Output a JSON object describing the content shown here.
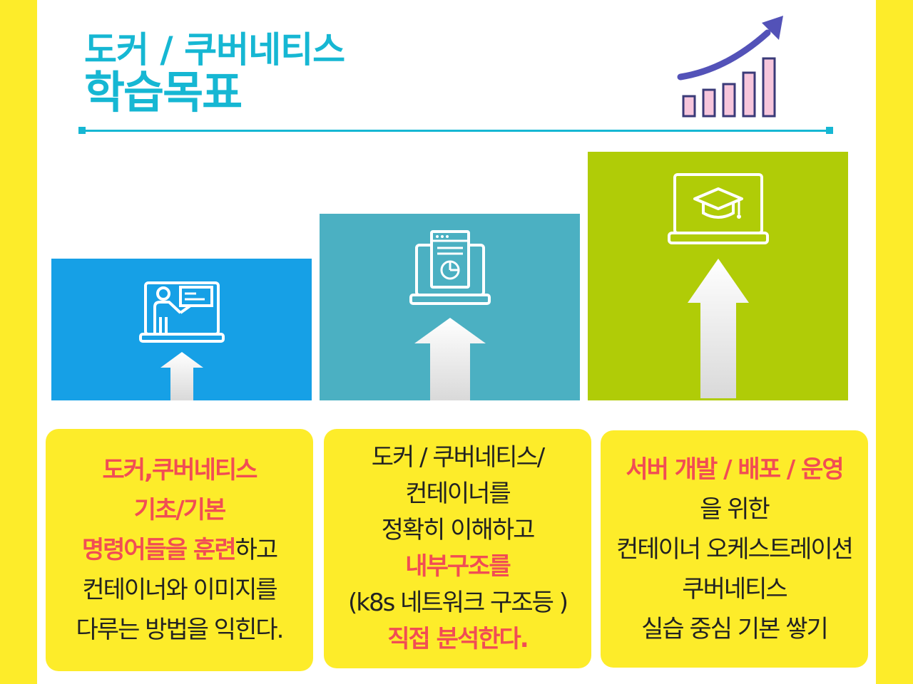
{
  "header": {
    "title_line1": "도커 / 쿠버네티스",
    "title_line2": "학습목표"
  },
  "colors": {
    "accent": "#16b7d3",
    "frame_yellow": "#fdec2a",
    "step1": "#16a0e6",
    "step2": "#4bb0c2",
    "step3": "#b0cc07",
    "highlight": "#f14d54",
    "icon_bars": "#f7c6dc",
    "icon_arrow": "#5352b8"
  },
  "icons": {
    "header": "growth-chart-icon",
    "step1": "online-teaching-icon",
    "step2": "laptop-report-icon",
    "step3": "laptop-graduation-icon",
    "arrows": "up-arrow-icon"
  },
  "cards": [
    {
      "lines": [
        {
          "parts": [
            {
              "text": "도커,쿠버네티스",
              "hl": true
            }
          ]
        },
        {
          "parts": [
            {
              "text": "기초/기본",
              "hl": true
            }
          ]
        },
        {
          "parts": [
            {
              "text": "명령어들을 훈련",
              "hl": true
            },
            {
              "text": "하고",
              "hl": false
            }
          ]
        },
        {
          "parts": [
            {
              "text": "컨테이너와 이미지를",
              "hl": false
            }
          ]
        },
        {
          "parts": [
            {
              "text": "다루는 방법을 익힌다.",
              "hl": false
            }
          ]
        }
      ]
    },
    {
      "lines": [
        {
          "parts": [
            {
              "text": "도커 / 쿠버네티스/",
              "hl": false
            }
          ]
        },
        {
          "parts": [
            {
              "text": "컨테이너를",
              "hl": false
            }
          ]
        },
        {
          "parts": [
            {
              "text": "정확히 이해하고",
              "hl": false
            }
          ]
        },
        {
          "parts": [
            {
              "text": "내부구조를",
              "hl": true
            }
          ]
        },
        {
          "parts": [
            {
              "text": "(k8s 네트워크 구조등 )",
              "hl": false
            }
          ]
        },
        {
          "parts": [
            {
              "text": "직접 분석한다.",
              "hl": true
            }
          ]
        }
      ]
    },
    {
      "lines": [
        {
          "parts": [
            {
              "text": "서버 개발 / 배포 / 운영",
              "hl": true
            }
          ]
        },
        {
          "parts": [
            {
              "text": "을 위한",
              "hl": false
            }
          ]
        },
        {
          "parts": [
            {
              "text": "컨테이너 오케스트레이션",
              "hl": false
            }
          ]
        },
        {
          "parts": [
            {
              "text": "쿠버네티스",
              "hl": false
            }
          ]
        },
        {
          "parts": [
            {
              "text": "실습 중심 기본 쌓기",
              "hl": false
            }
          ]
        }
      ]
    }
  ]
}
